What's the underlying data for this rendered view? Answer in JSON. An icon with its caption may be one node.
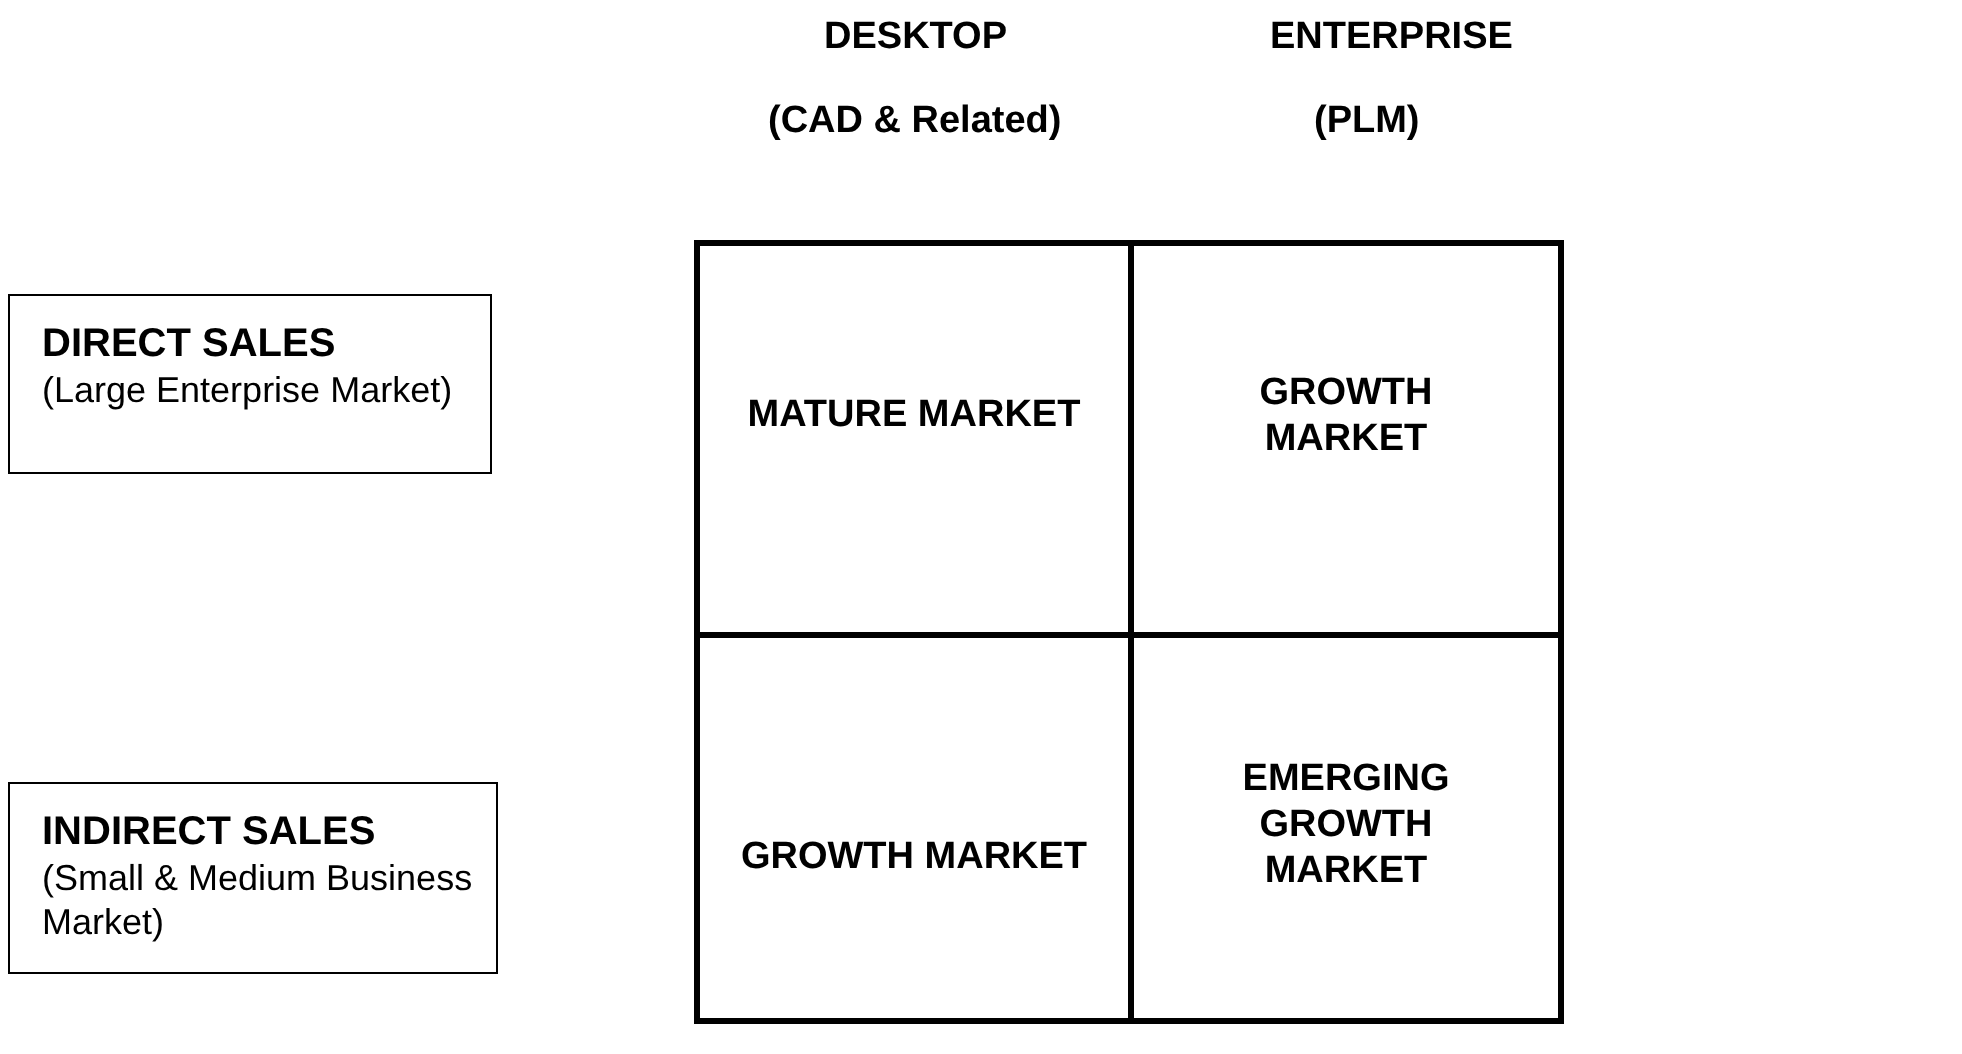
{
  "diagram": {
    "nodes": [
      {
        "text": [
          "DIRECT SALES",
          "(Large Enterprise Market)"
        ]
      },
      {
        "text": [
          "MATURE MARKET"
        ]
      },
      {
        "text": [
          "GROWTH MARKET"
        ]
      },
      {
        "text": [
          "INDIRECT SALES",
          "(Small & Medium Business Market)"
        ]
      },
      {
        "text": [
          "GROWTH MARKET"
        ]
      },
      {
        "text": [
          "EMERGING GROWTH MARKET"
        ]
      }
    ],
    "edges": [],
    "labels": [
      "DESKTOP",
      "ENTERPRISE",
      "(CAD & Related)",
      "(PLM)"
    ]
  }
}
